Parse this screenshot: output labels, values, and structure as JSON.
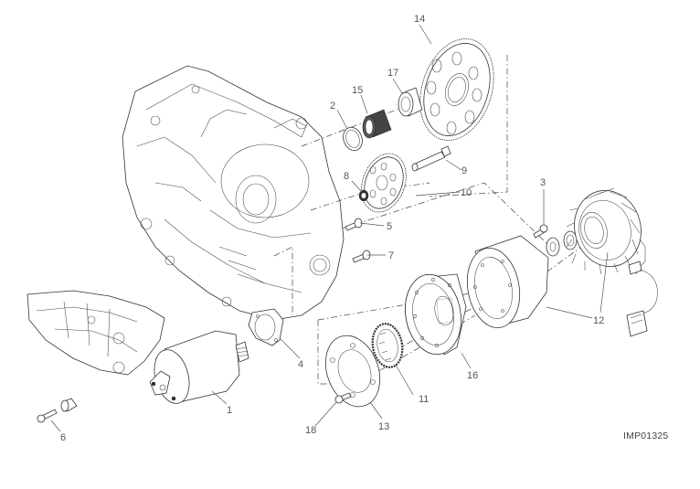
{
  "diagram": {
    "type": "exploded-parts-view",
    "subject": "Starter motor, starter gears and generator assembly",
    "reference_code": "IMP01325",
    "callouts": [
      {
        "id": "1",
        "part": "starter-motor"
      },
      {
        "id": "2",
        "part": "o-ring"
      },
      {
        "id": "3",
        "part": "screw"
      },
      {
        "id": "4",
        "part": "starter-gasket"
      },
      {
        "id": "5",
        "part": "screw"
      },
      {
        "id": "6",
        "part": "screw"
      },
      {
        "id": "7",
        "part": "screw"
      },
      {
        "id": "8",
        "part": "washer"
      },
      {
        "id": "9",
        "part": "idler-shaft"
      },
      {
        "id": "10",
        "part": "idler-gear"
      },
      {
        "id": "11",
        "part": "freewheel-sprag"
      },
      {
        "id": "12",
        "part": "generator-rotor-stator"
      },
      {
        "id": "13",
        "part": "retaining-plate"
      },
      {
        "id": "14",
        "part": "starter-driven-gear"
      },
      {
        "id": "15",
        "part": "needle-bearing"
      },
      {
        "id": "16",
        "part": "freewheel-housing"
      },
      {
        "id": "17",
        "part": "bushing"
      },
      {
        "id": "18",
        "part": "screw"
      }
    ]
  }
}
